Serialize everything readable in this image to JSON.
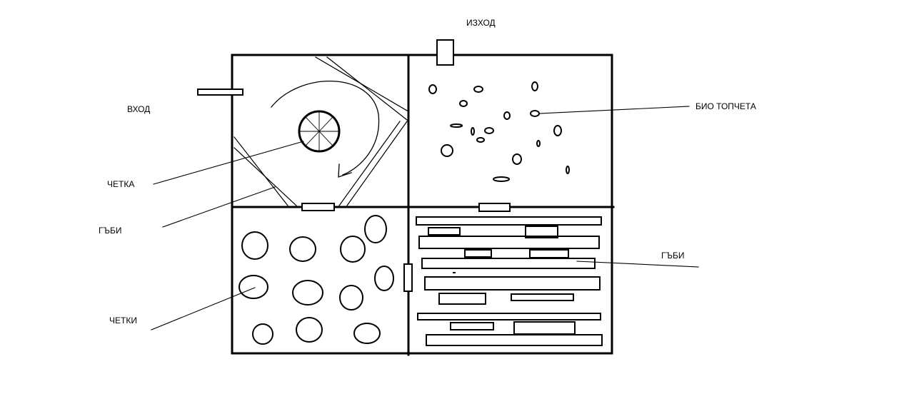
{
  "labels": {
    "outlet": "ИЗХОД",
    "inlet": "ВХОД",
    "bio_balls": "БИО ТОПЧЕТА",
    "brush": "ЧЕТКА",
    "sponges_left": "ГЪБИ",
    "brushes": "ЧЕТКИ",
    "sponges_right": "ГЪБИ"
  },
  "colors": {
    "line": "#000000",
    "background": "#ffffff"
  }
}
